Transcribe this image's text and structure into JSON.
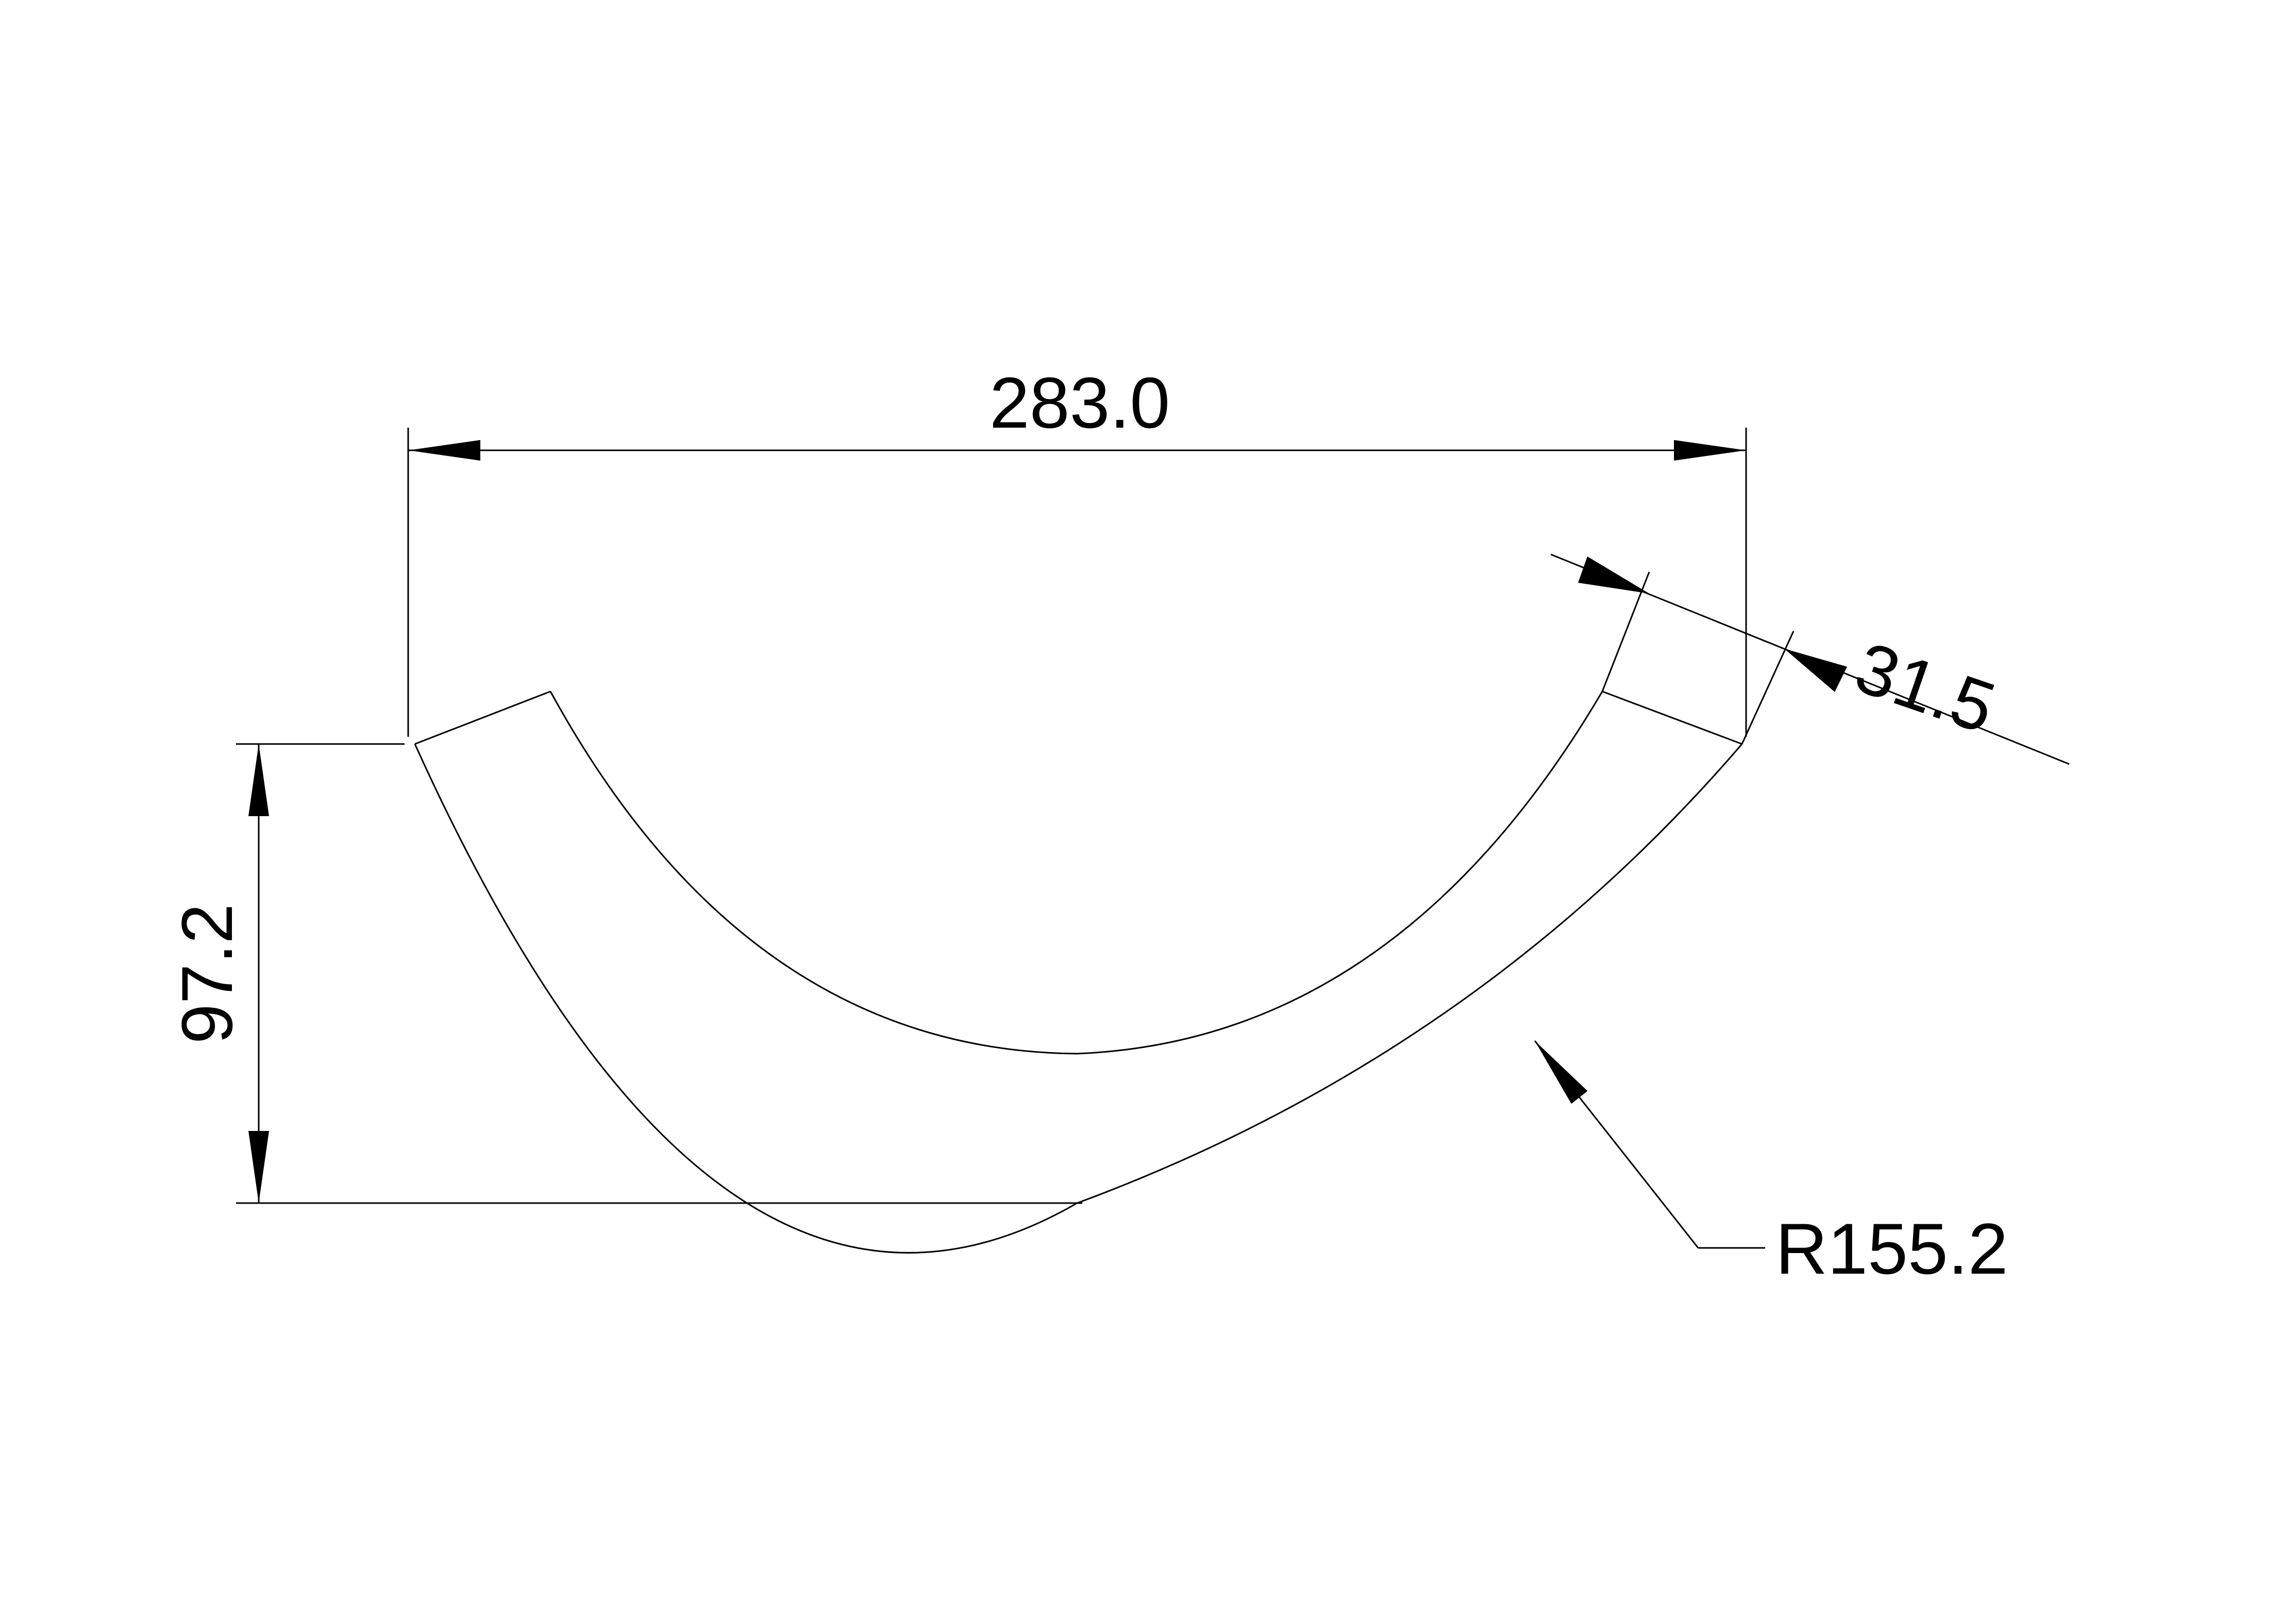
{
  "colors": {
    "background": "#ffffff",
    "line": "#000000"
  },
  "dimensions": {
    "overall_width": "283.0",
    "thickness": "31.5",
    "height": "97.2",
    "radius": "R155.2"
  }
}
